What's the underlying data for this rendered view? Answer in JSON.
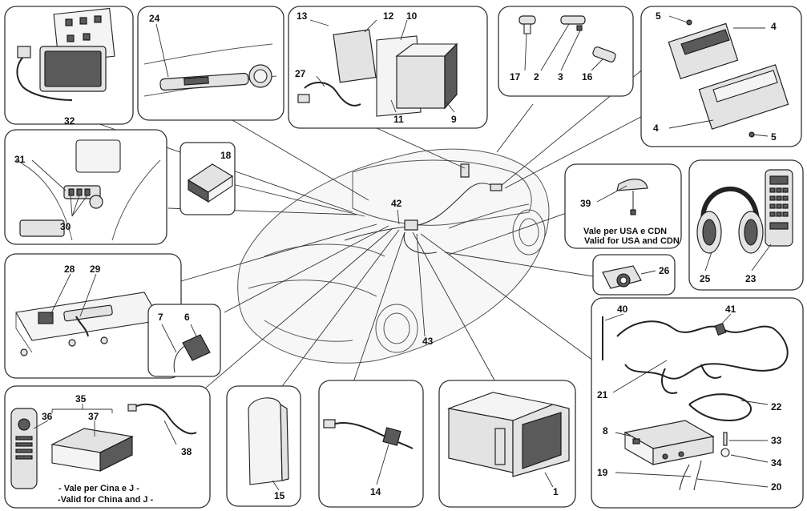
{
  "callouts": {
    "c1": "1",
    "c2": "2",
    "c3": "3",
    "c4a": "4",
    "c4b": "4",
    "c5a": "5",
    "c5b": "5",
    "c6": "6",
    "c7": "7",
    "c8": "8",
    "c9": "9",
    "c10": "10",
    "c11": "11",
    "c12": "12",
    "c13": "13",
    "c14": "14",
    "c15": "15",
    "c16": "16",
    "c17": "17",
    "c18": "18",
    "c19": "19",
    "c20": "20",
    "c21": "21",
    "c22": "22",
    "c23": "23",
    "c24": "24",
    "c25": "25",
    "c26": "26",
    "c27": "27",
    "c28": "28",
    "c29": "29",
    "c30": "30",
    "c31": "31",
    "c32": "32",
    "c33": "33",
    "c34": "34",
    "c35": "35",
    "c36": "36",
    "c37": "37",
    "c38": "38",
    "c39": "39",
    "c40": "40",
    "c41": "41",
    "c42": "42",
    "c43": "43"
  },
  "notes": {
    "usa_it": "Vale per USA e CDN",
    "usa_en": "Valid for USA and CDN",
    "china_it": "- Vale per Cina e J -",
    "china_en": "-Valid for China and J -"
  }
}
